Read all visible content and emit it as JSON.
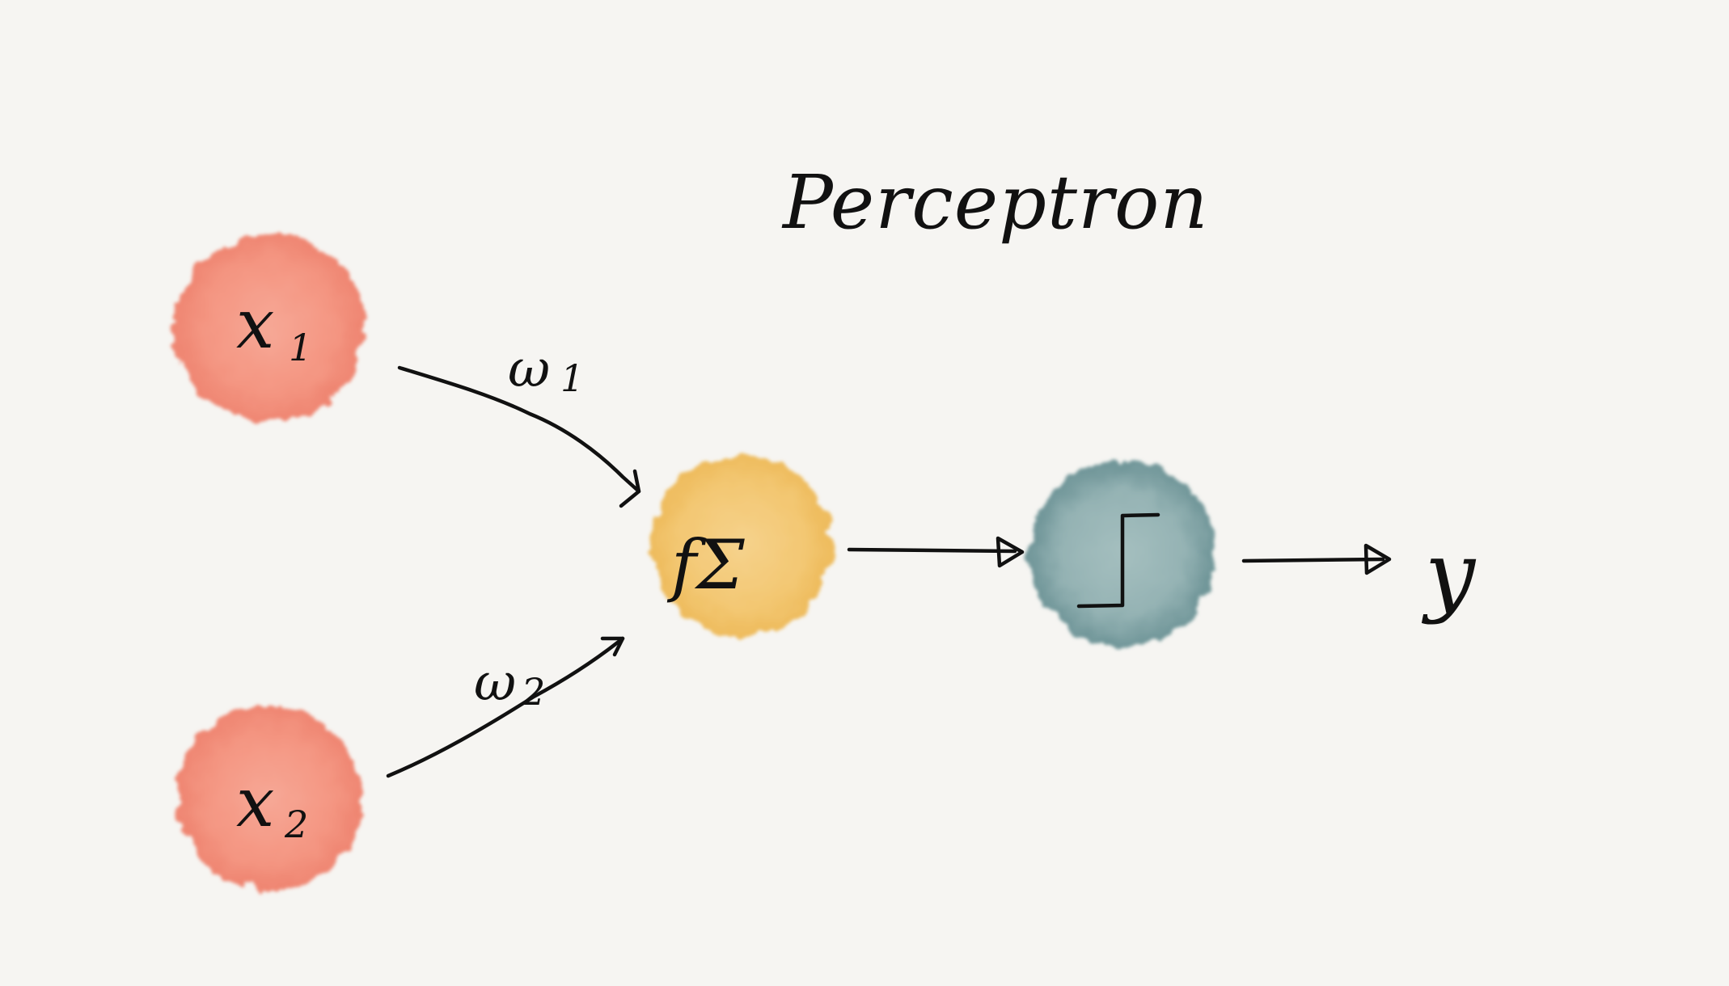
{
  "title": "Perceptron",
  "colors": {
    "background": "#f6f5f2",
    "input_node": "#f4907c",
    "sum_node": "#f3c66e",
    "activation_node": "#8fb0b1",
    "ink": "#111111"
  },
  "nodes": {
    "input1": {
      "label": "x",
      "subscript": "1"
    },
    "input2": {
      "label": "x",
      "subscript": "2"
    },
    "sum": {
      "label": "fΣ"
    },
    "activation": {
      "icon": "step-function-icon"
    },
    "output": {
      "label": "y"
    }
  },
  "edges": {
    "w1": {
      "label": "ω",
      "subscript": "1"
    },
    "w2": {
      "label": "ω",
      "subscript": "2"
    }
  }
}
